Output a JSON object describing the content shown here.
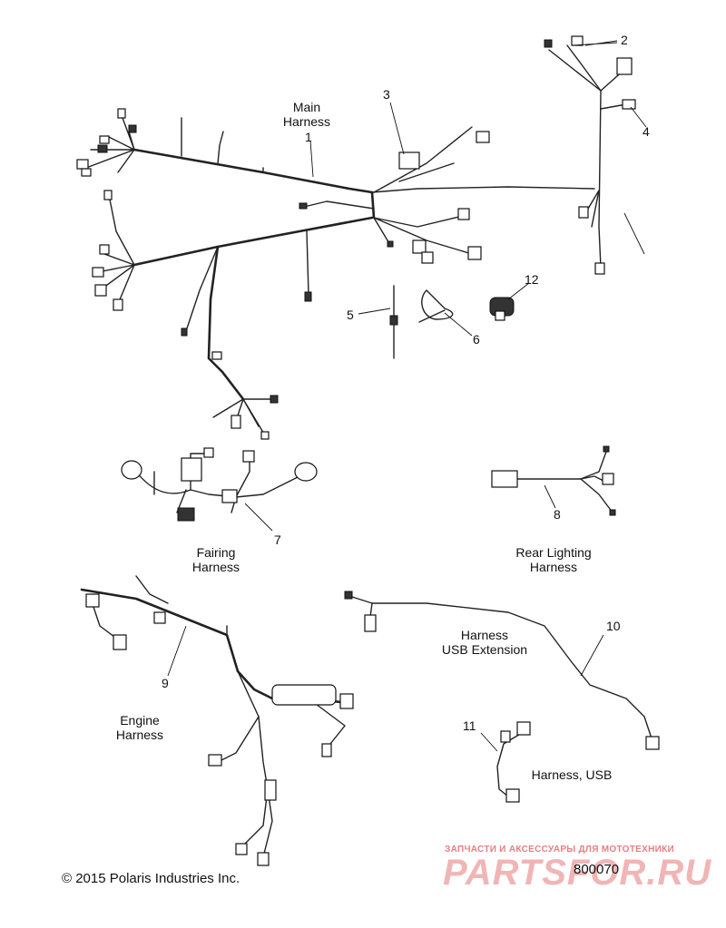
{
  "labels": {
    "main_harness": "Main\nHarness",
    "fairing_harness": "Fairing\nHarness",
    "rear_lighting_harness": "Rear Lighting\nHarness",
    "usb_extension_harness": "Harness\nUSB Extension",
    "engine_harness": "Engine\nHarness",
    "usb_harness": "Harness, USB"
  },
  "callouts": {
    "c1": "1",
    "c2": "2",
    "c3": "3",
    "c4": "4",
    "c5": "5",
    "c6": "6",
    "c7": "7",
    "c8": "8",
    "c9": "9",
    "c10": "10",
    "c11": "11",
    "c12": "12"
  },
  "footer": {
    "copyright": "© 2015 Polaris Industries Inc.",
    "diagram_number": "800070"
  },
  "watermark": {
    "tagline": "ЗАПЧАСТИ И АКСЕССУАРЫ ДЛЯ МОТОТЕХНИКИ",
    "logo": "PARTSFOR.RU"
  }
}
